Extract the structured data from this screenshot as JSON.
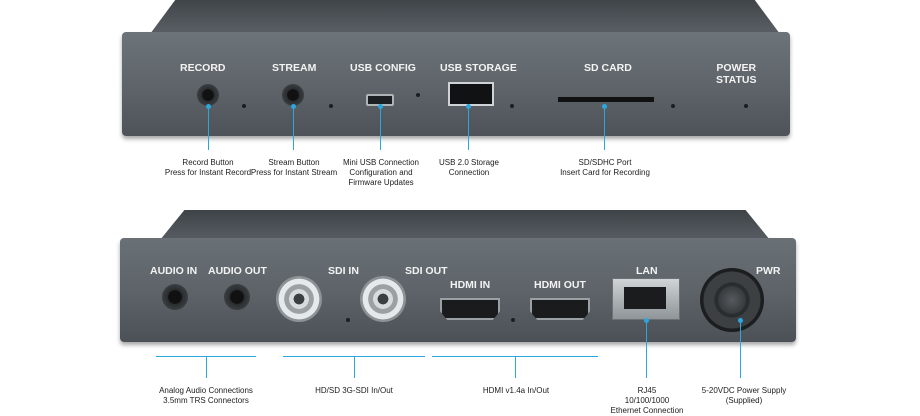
{
  "front_panel": {
    "labels": {
      "record": "RECORD",
      "stream": "STREAM",
      "usb_config": "USB CONFIG",
      "usb_storage": "USB STORAGE",
      "sd_card": "SD CARD",
      "power_status": "POWER\nSTATUS"
    },
    "callouts": {
      "record": "Record Button\nPress for Instant Record",
      "stream": "Stream Button\nPress for Instant Stream",
      "usb_config": "Mini USB Connection\nConfiguration and\nFirmware Updates",
      "usb_storage": "USB 2.0 Storage\nConnection",
      "sd_card": "SD/SDHC Port\nInsert Card for Recording"
    }
  },
  "back_panel": {
    "labels": {
      "audio_in": "AUDIO IN",
      "audio_out": "AUDIO OUT",
      "sdi_in": "SDI IN",
      "sdi_out": "SDI OUT",
      "hdmi_in": "HDMI IN",
      "hdmi_out": "HDMI OUT",
      "lan": "LAN",
      "pwr": "PWR"
    },
    "callouts": {
      "audio": "Analog Audio Connections\n3.5mm TRS Connectors",
      "sdi": "HD/SD 3G-SDI In/Out",
      "hdmi": "HDMI v1.4a In/Out",
      "lan": "RJ45\n10/100/1000\nEthernet Connection",
      "power": "5-20VDC Power Supply\n(Supplied)"
    }
  },
  "colors": {
    "accent": "#2ba7dd",
    "device": "#5e6469",
    "label": "#f3f3f3"
  }
}
